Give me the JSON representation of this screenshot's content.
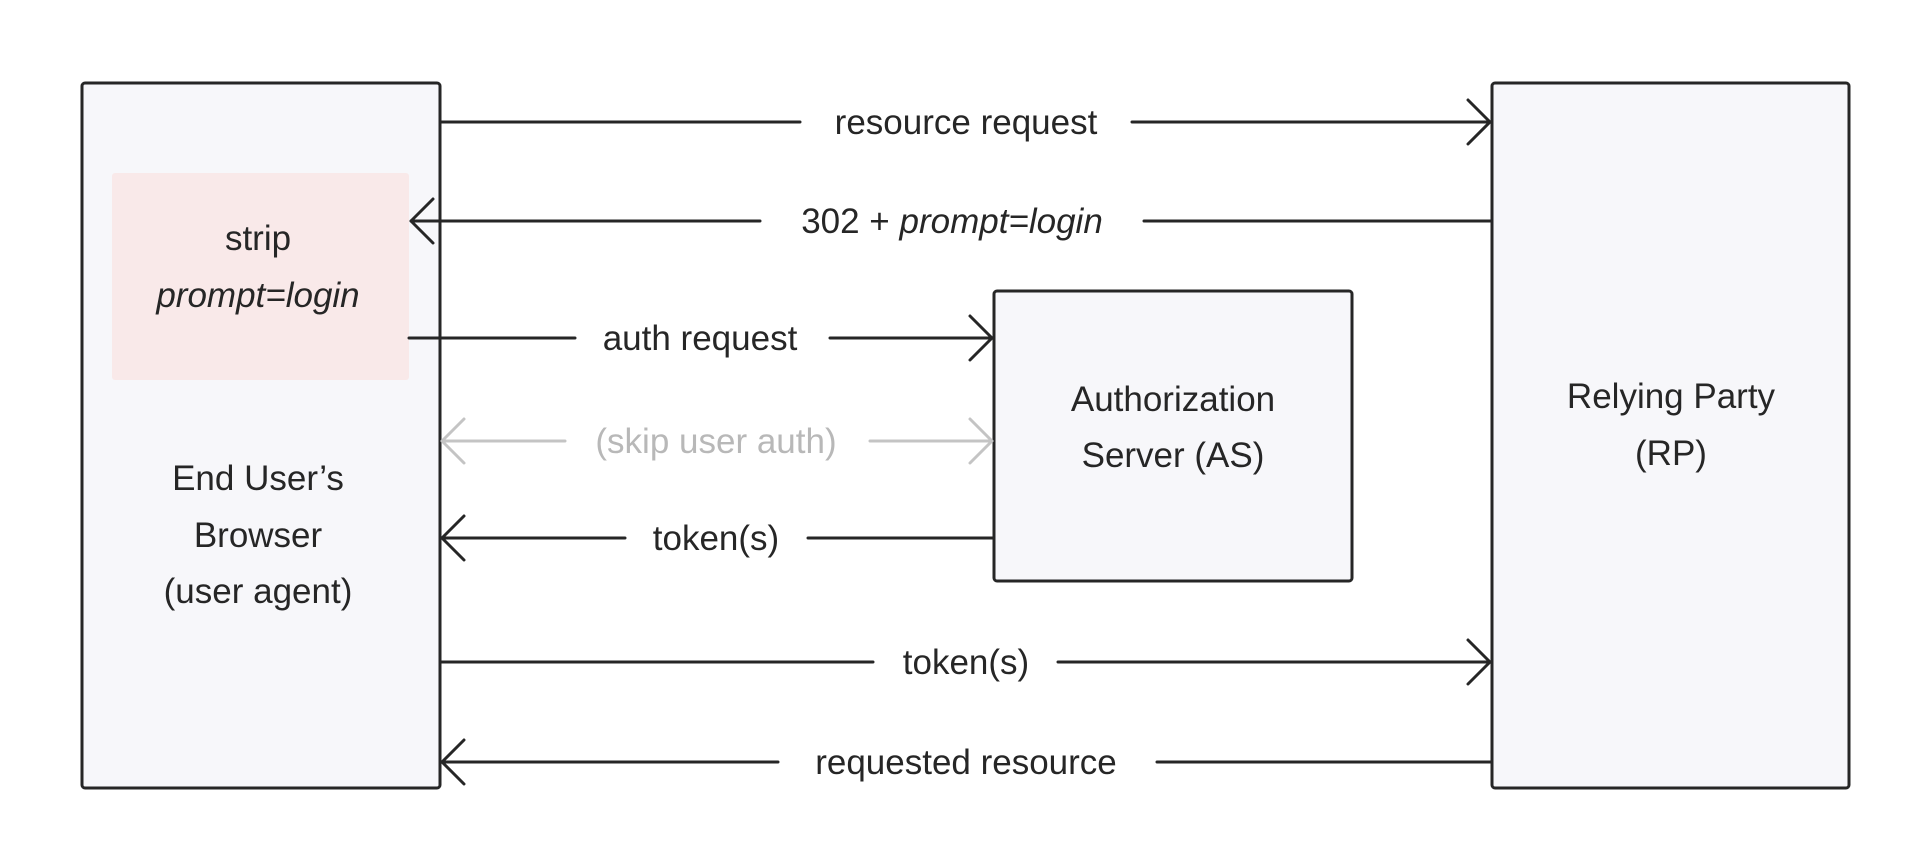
{
  "nodes": {
    "browser": {
      "lines": [
        "End User’s",
        "Browser",
        "(user agent)"
      ]
    },
    "strip_note": {
      "line1": "strip",
      "line2": "prompt=login"
    },
    "auth_server": {
      "lines": [
        "Authorization",
        "Server (AS)"
      ]
    },
    "relying_party": {
      "lines": [
        "Relying Party",
        "(RP)"
      ]
    }
  },
  "flows": {
    "resource_request": "resource request",
    "redirect": {
      "prefix": "302 + ",
      "param": "prompt=login"
    },
    "auth_request": "auth request",
    "skip_user_auth": "(skip user auth)",
    "tokens_from_as": "token(s)",
    "tokens_to_rp": "token(s)",
    "requested_resource": "requested resource"
  },
  "colors": {
    "stroke": "#262626",
    "box_fill": "#f7f7fa",
    "highlight_fill": "#f9e9e9",
    "muted": "#b8b8b8"
  }
}
